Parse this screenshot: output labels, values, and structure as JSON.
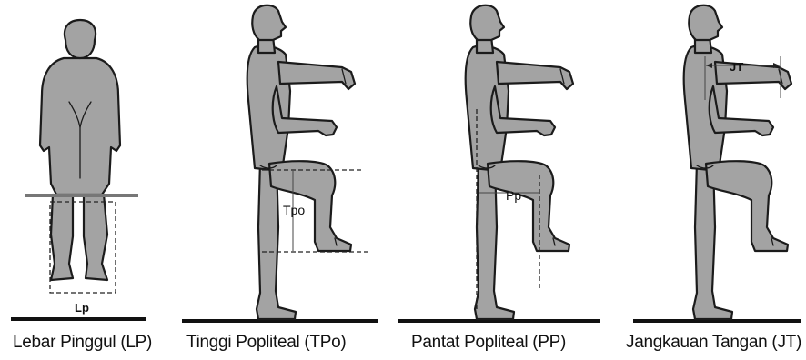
{
  "panels": [
    {
      "caption": "Lebar Pinggul (LP)",
      "dimension_label": "Lp"
    },
    {
      "caption": "Tinggi Popliteal (TPo)",
      "dimension_label": "Tpo"
    },
    {
      "caption": "Pantat Popliteal (PP)",
      "dimension_label": "Pp"
    },
    {
      "caption": "Jangkauan Tangan (JT)",
      "dimension_label": "JT"
    }
  ],
  "colors": {
    "figure_fill": "#a3a3a3",
    "outline": "#1b1b1b",
    "background": "#ffffff"
  }
}
